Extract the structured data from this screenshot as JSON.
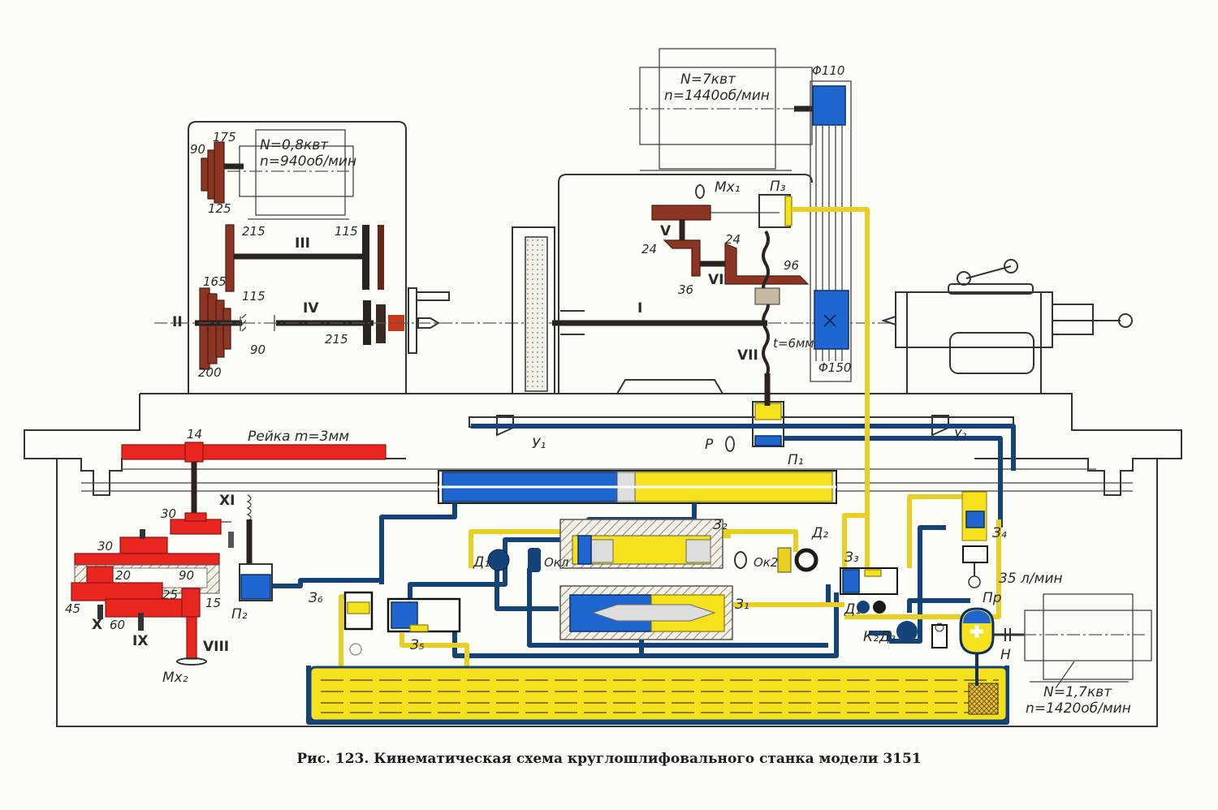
{
  "caption": "Рис. 123. Кинематическая схема круглошлифовального станка модели 3151",
  "headstock_motor": {
    "power": "N=0,8квт",
    "speed": "n=940об/мин",
    "pulley_labels": [
      "90",
      "175",
      "125"
    ]
  },
  "headstock_drive": {
    "shaft_labels": [
      "II",
      "III",
      "IV"
    ],
    "pulley_labels": [
      "215",
      "115",
      "165",
      "115",
      "90",
      "200",
      "215"
    ]
  },
  "wheel_motor": {
    "power": "N=7квт",
    "speed": "n=1440об/мин",
    "pulley_small": "Φ110",
    "pulley_large": "Φ150"
  },
  "wheelhead": {
    "shaft_labels": [
      "I",
      "V",
      "VI",
      "VII"
    ],
    "gear_labels": [
      "24",
      "24",
      "36",
      "96"
    ],
    "clutch_label": "Мх₁",
    "piston_label": "П₃",
    "screw_pitch": "t=6мм"
  },
  "table_drive": {
    "rack_label": "Рейка m=3мм",
    "rack_gear": "14",
    "shaft_labels": [
      "XI",
      "X",
      "IX",
      "VIII"
    ],
    "gear_labels": [
      "30",
      "30",
      "20",
      "90",
      "25",
      "15",
      "45",
      "60"
    ],
    "handwheel_label": "Мх₂",
    "piston_label": "П₂"
  },
  "hydraulics": {
    "stops": [
      "У₁",
      "У₂"
    ],
    "lever_label": "Р",
    "piston_top": "П₁",
    "valves": [
      "З₁",
      "З₂",
      "З₃",
      "З₄",
      "З₅",
      "З₆"
    ],
    "throttles": [
      "Д₁",
      "Д₂",
      "Д₃",
      "Д₁"
    ],
    "check_valves": [
      "Окл",
      "Ок2"
    ],
    "k_label": "К₂",
    "pump_label": "Н",
    "relief_label": "Пр",
    "flow_rate": "35 л/мин"
  },
  "pump_motor": {
    "power": "N=1,7квт",
    "speed": "n=1420об/мин"
  },
  "colors": {
    "pressure_line": "#14437a",
    "drain_line": "#e9cf21",
    "table_gears": "#e8251f",
    "headstock_gears": "#8c3523",
    "pressure_fill": "#1f66d0"
  }
}
